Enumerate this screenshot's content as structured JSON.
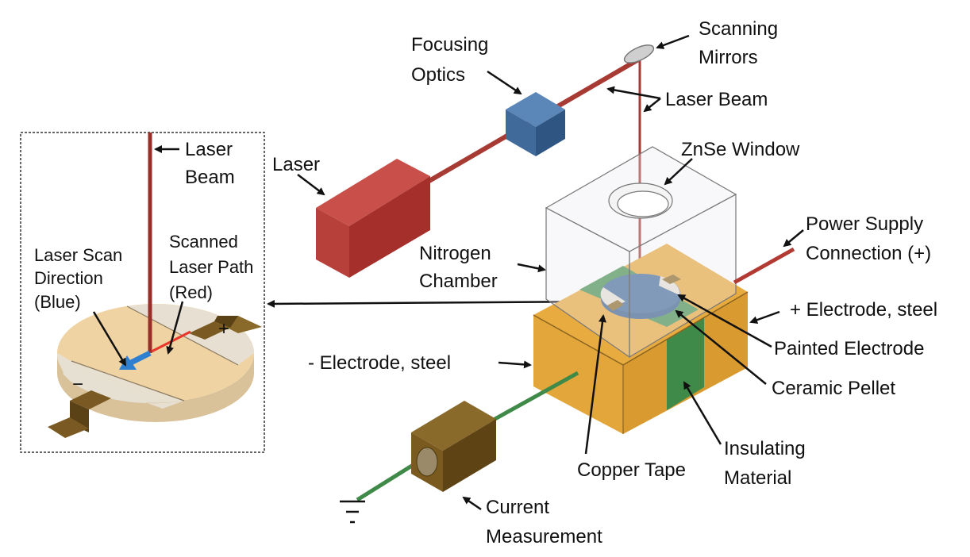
{
  "labels": {
    "scanning_mirrors": [
      "Scanning",
      "Mirrors"
    ],
    "focusing_optics": [
      "Focusing",
      "Optics"
    ],
    "laser_beam": "Laser Beam",
    "znse_window": "ZnSe Window",
    "laser": "Laser",
    "nitrogen_chamber": [
      "Nitrogen",
      "Chamber"
    ],
    "power_supply": [
      "Power Supply",
      "Connection (+)"
    ],
    "plus_electrode": "+ Electrode, steel",
    "painted_electrode": "Painted Electrode",
    "ceramic_pellet": "Ceramic Pellet",
    "minus_electrode": "- Electrode, steel",
    "insulating_material": [
      "Insulating",
      "Material"
    ],
    "copper_tape": "Copper Tape",
    "current_measurement": [
      "Current",
      "Measurement"
    ]
  },
  "inset": {
    "laser_beam": [
      "Laser",
      "Beam"
    ],
    "scanned_path": [
      "Scanned",
      "Laser Path",
      "(Red)"
    ],
    "scan_direction": [
      "Laser Scan",
      "Direction",
      "(Blue)"
    ],
    "plus_sign": "+",
    "minus_sign": "−"
  },
  "colors": {
    "laser_body": "#b33a33",
    "beam": "#a83a34",
    "optics": "#3f6a9a",
    "electrode": "#e0a53a",
    "insulator": "#3f8a48",
    "pellet_blue": "#4a6f9c",
    "copper": "#7a5a22",
    "scan_arrow": "#2f7fd0",
    "scan_path": "#e8362a"
  }
}
